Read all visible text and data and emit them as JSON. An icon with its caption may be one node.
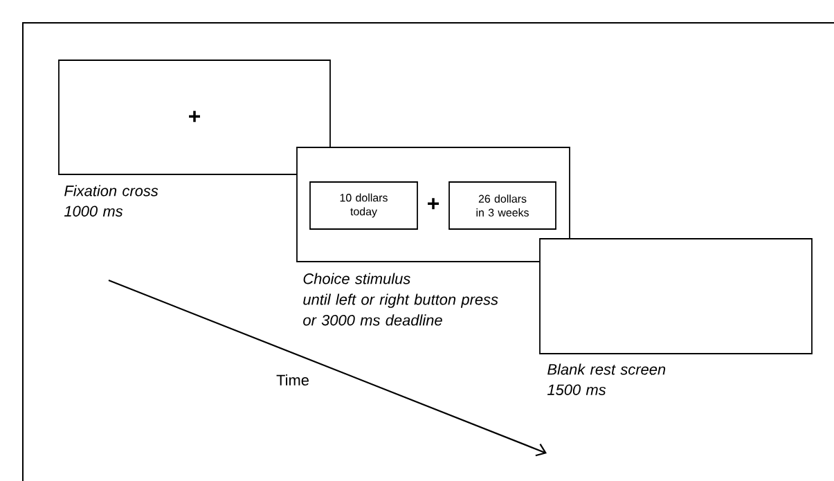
{
  "diagram": {
    "nodes": [
      {
        "text": [
          "+"
        ],
        "beside": [
          "Fixation cross",
          "1000 ms"
        ]
      },
      {
        "text": [
          "+"
        ],
        "beside": [
          "Choice stimulus",
          "until left or right button press or 3000 ms deadline"
        ]
      },
      {
        "text": [
          "10 dollars today"
        ],
        "in": 1
      },
      {
        "text": [
          "26 dollars in 3 weeks"
        ],
        "in": 1
      },
      {
        "text": [],
        "shape": "box",
        "beside": [
          "Blank rest screen",
          "1500 ms"
        ]
      }
    ],
    "edges": [],
    "labels": [
      "Time"
    ]
  }
}
